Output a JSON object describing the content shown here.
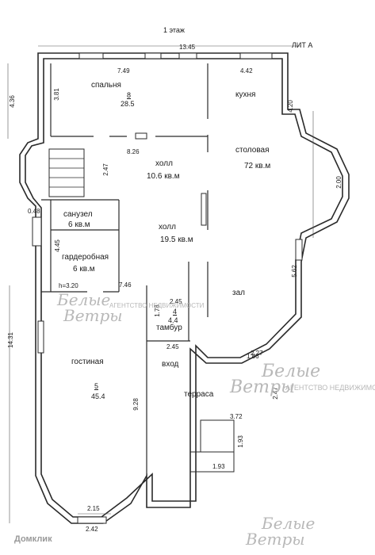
{
  "header": {
    "floor": "1 этаж",
    "lit": "ЛИТ А"
  },
  "rooms": {
    "bedroom": {
      "name": "спальня",
      "num": "8",
      "area": "28.5"
    },
    "kitchen": {
      "name": "кухня"
    },
    "dining": {
      "name": "столовая",
      "area": "72 кв.м"
    },
    "hall1": {
      "name": "холл",
      "area": "10.6 кв.м"
    },
    "hall2": {
      "name": "холл",
      "area": "19.5 кв.м"
    },
    "bathroom": {
      "name": "санузел",
      "area": "6 кв.м"
    },
    "wardrobe": {
      "name": "гардеробная",
      "area": "6 кв.м"
    },
    "ceiling": "h=3.20",
    "living": {
      "name": "гостиная",
      "num": "5",
      "area": "45.4"
    },
    "salon": {
      "name": "зал"
    },
    "vestibule": {
      "num": "4",
      "area": "4.4",
      "name": "тамбур"
    },
    "entrance": {
      "name": "вход"
    },
    "terrace": {
      "name": "терраса"
    }
  },
  "dims": {
    "d1345": "13.45",
    "d749": "7.49",
    "d442": "4.42",
    "d436": "4.36",
    "d381": "3.81",
    "d420": "4.20",
    "d826": "8.26",
    "d247": "2.47",
    "d200": "2.00",
    "d048": "0.48",
    "d445": "4.45",
    "d746": "7.46",
    "d562": "5.62",
    "d178": "1.78",
    "d245a": "2.45",
    "d245b": "2.45",
    "d1431": "14.31",
    "d186": "1.86",
    "d227": "2.27",
    "d928": "9.28",
    "d247b": "2.47",
    "d372": "3.72",
    "d193a": "1.93",
    "d193b": "1.93",
    "d215": "2.15",
    "d242": "2.42"
  },
  "watermark": {
    "line1": "Белые",
    "line2": "Ветры",
    "sub": "АГЕНТСТВО НЕДВИЖИМОСТИ"
  },
  "footer": {
    "brand": "Домклик"
  }
}
